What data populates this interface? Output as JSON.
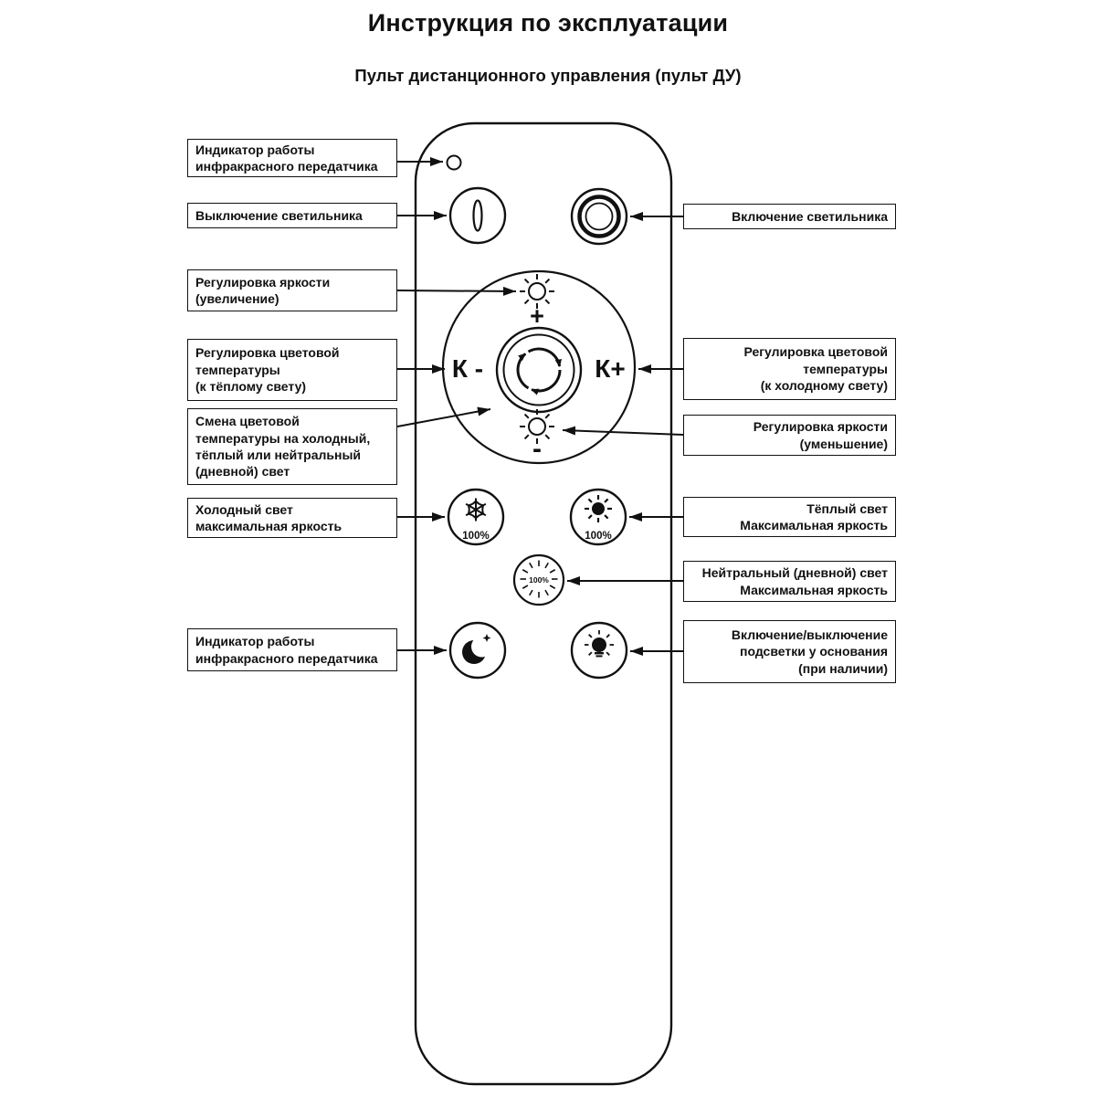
{
  "page": {
    "title": "Инструкция по эксплуатации",
    "subtitle": "Пульт дистанционного управления (пульт ДУ)"
  },
  "remote": {
    "labels": {
      "k_warm": "К -",
      "k_cool": "К+",
      "plus": "+",
      "minus": "-",
      "percent_cold": "100%",
      "percent_warm": "100%",
      "percent_neutral": "100%"
    }
  },
  "callouts": {
    "left": [
      {
        "id": "ir-indicator",
        "label": "Индикатор работы\nинфракрасного передатчика"
      },
      {
        "id": "power-off",
        "label": "Выключение светильника"
      },
      {
        "id": "brightness-increase",
        "label": "Регулировка яркости\n(увеличение)"
      },
      {
        "id": "color-temp-warm",
        "label": "Регулировка цветовой\nтемпературы\n(к тёплому свету)"
      },
      {
        "id": "color-temp-cycle",
        "label": "Смена цветовой\nтемпературы на холодный,\nтёплый или нейтральный\n(дневной) свет"
      },
      {
        "id": "cold-max",
        "label": "Холодный свет\nмаксимальная яркость"
      },
      {
        "id": "night-mode",
        "label": "Индикатор работы\nинфракрасного передатчика"
      }
    ],
    "right": [
      {
        "id": "power-on",
        "label": "Включение светильника"
      },
      {
        "id": "color-temp-cool",
        "label": "Регулировка цветовой\nтемпературы\n(к холодному свету)"
      },
      {
        "id": "brightness-decrease",
        "label": "Регулировка яркости\n(уменьшение)"
      },
      {
        "id": "warm-max",
        "label": "Тёплый свет\nМаксимальная яркость"
      },
      {
        "id": "neutral-max",
        "label": "Нейтральный (дневной) свет\nМаксимальная яркость"
      },
      {
        "id": "base-backlight",
        "label": "Включение/выключение\nподсветки у основания\n(при наличии)"
      }
    ]
  }
}
